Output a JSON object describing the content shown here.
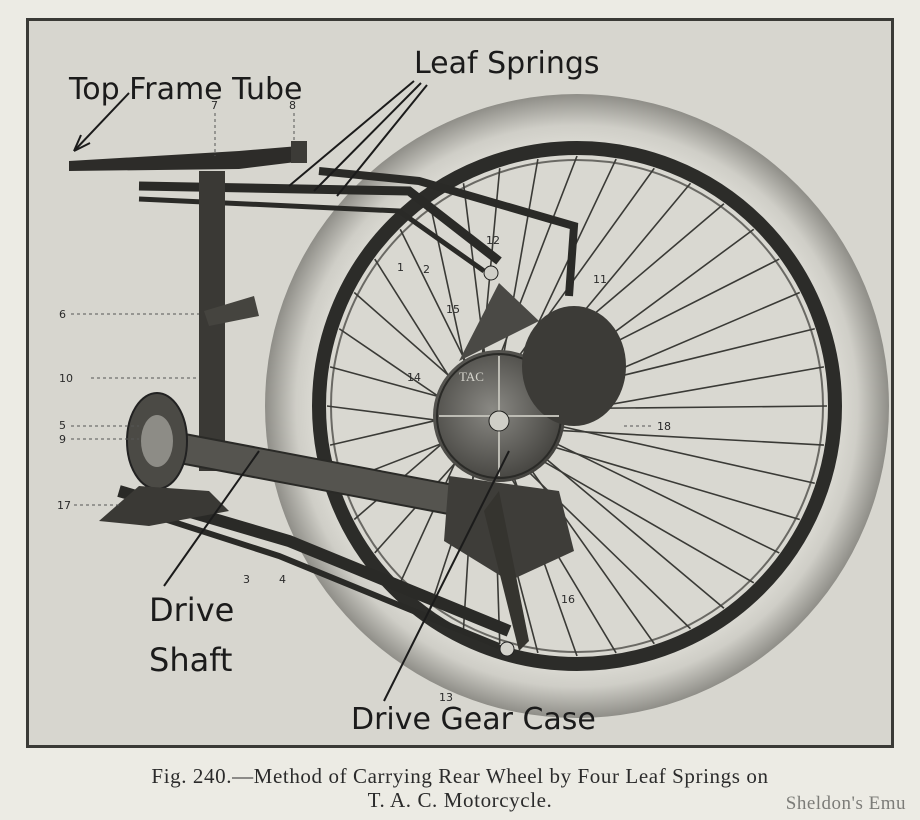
{
  "figure": {
    "labels": {
      "top_frame_tube": "Top Frame Tube",
      "leaf_springs": "Leaf Springs",
      "drive": "Drive",
      "shaft": "Shaft",
      "drive_gear_case": "Drive Gear Case"
    },
    "part_numbers": {
      "n1": "1",
      "n2": "2",
      "n3": "3",
      "n4": "4",
      "n5": "5",
      "n6": "6",
      "n7": "7",
      "n8": "8",
      "n9": "9",
      "n10": "10",
      "n11": "11",
      "n12": "12",
      "n13": "13",
      "n14": "14",
      "n15": "15",
      "n16": "16",
      "n17": "17",
      "n18": "18"
    },
    "case_lettering": "TAC"
  },
  "caption": {
    "line1": "Fig. 240.—Method of Carrying Rear Wheel by Four Leaf Springs on",
    "line2": "T. A. C. Motorcycle."
  },
  "watermark": "Sheldon's Emu"
}
